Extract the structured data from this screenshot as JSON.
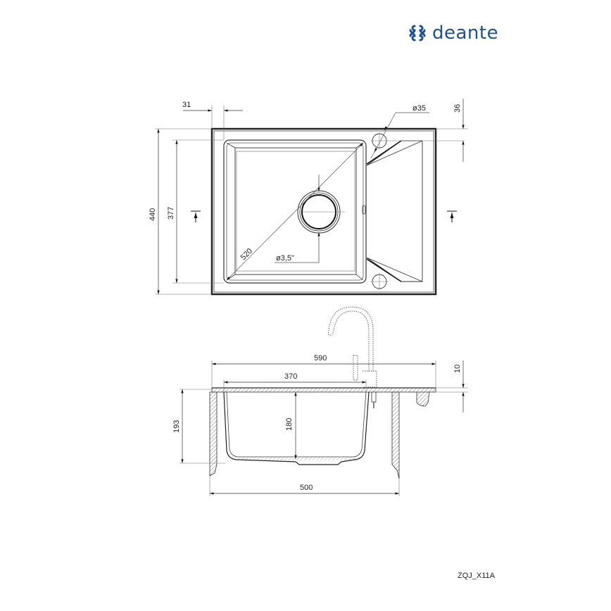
{
  "brand": {
    "name": "deante",
    "color": "#1d4f94"
  },
  "product_code": "ZQJ_X11A",
  "top_view": {
    "dimensions": {
      "overall_width_offset": "31",
      "tap_hole_diameter": "ø35",
      "tap_hole_offset": "36",
      "overall_depth": "440",
      "bowl_depth": "377",
      "bowl_diagonal": "520",
      "drain_diameter": "ø3,5\""
    }
  },
  "side_view": {
    "dimensions": {
      "overall_width": "590",
      "bowl_width": "370",
      "rim_thickness": "10",
      "bowl_height": "180",
      "overall_height": "193",
      "cabinet_width": "500"
    }
  },
  "colors": {
    "line": "#222222",
    "thin_line": "#555555"
  }
}
